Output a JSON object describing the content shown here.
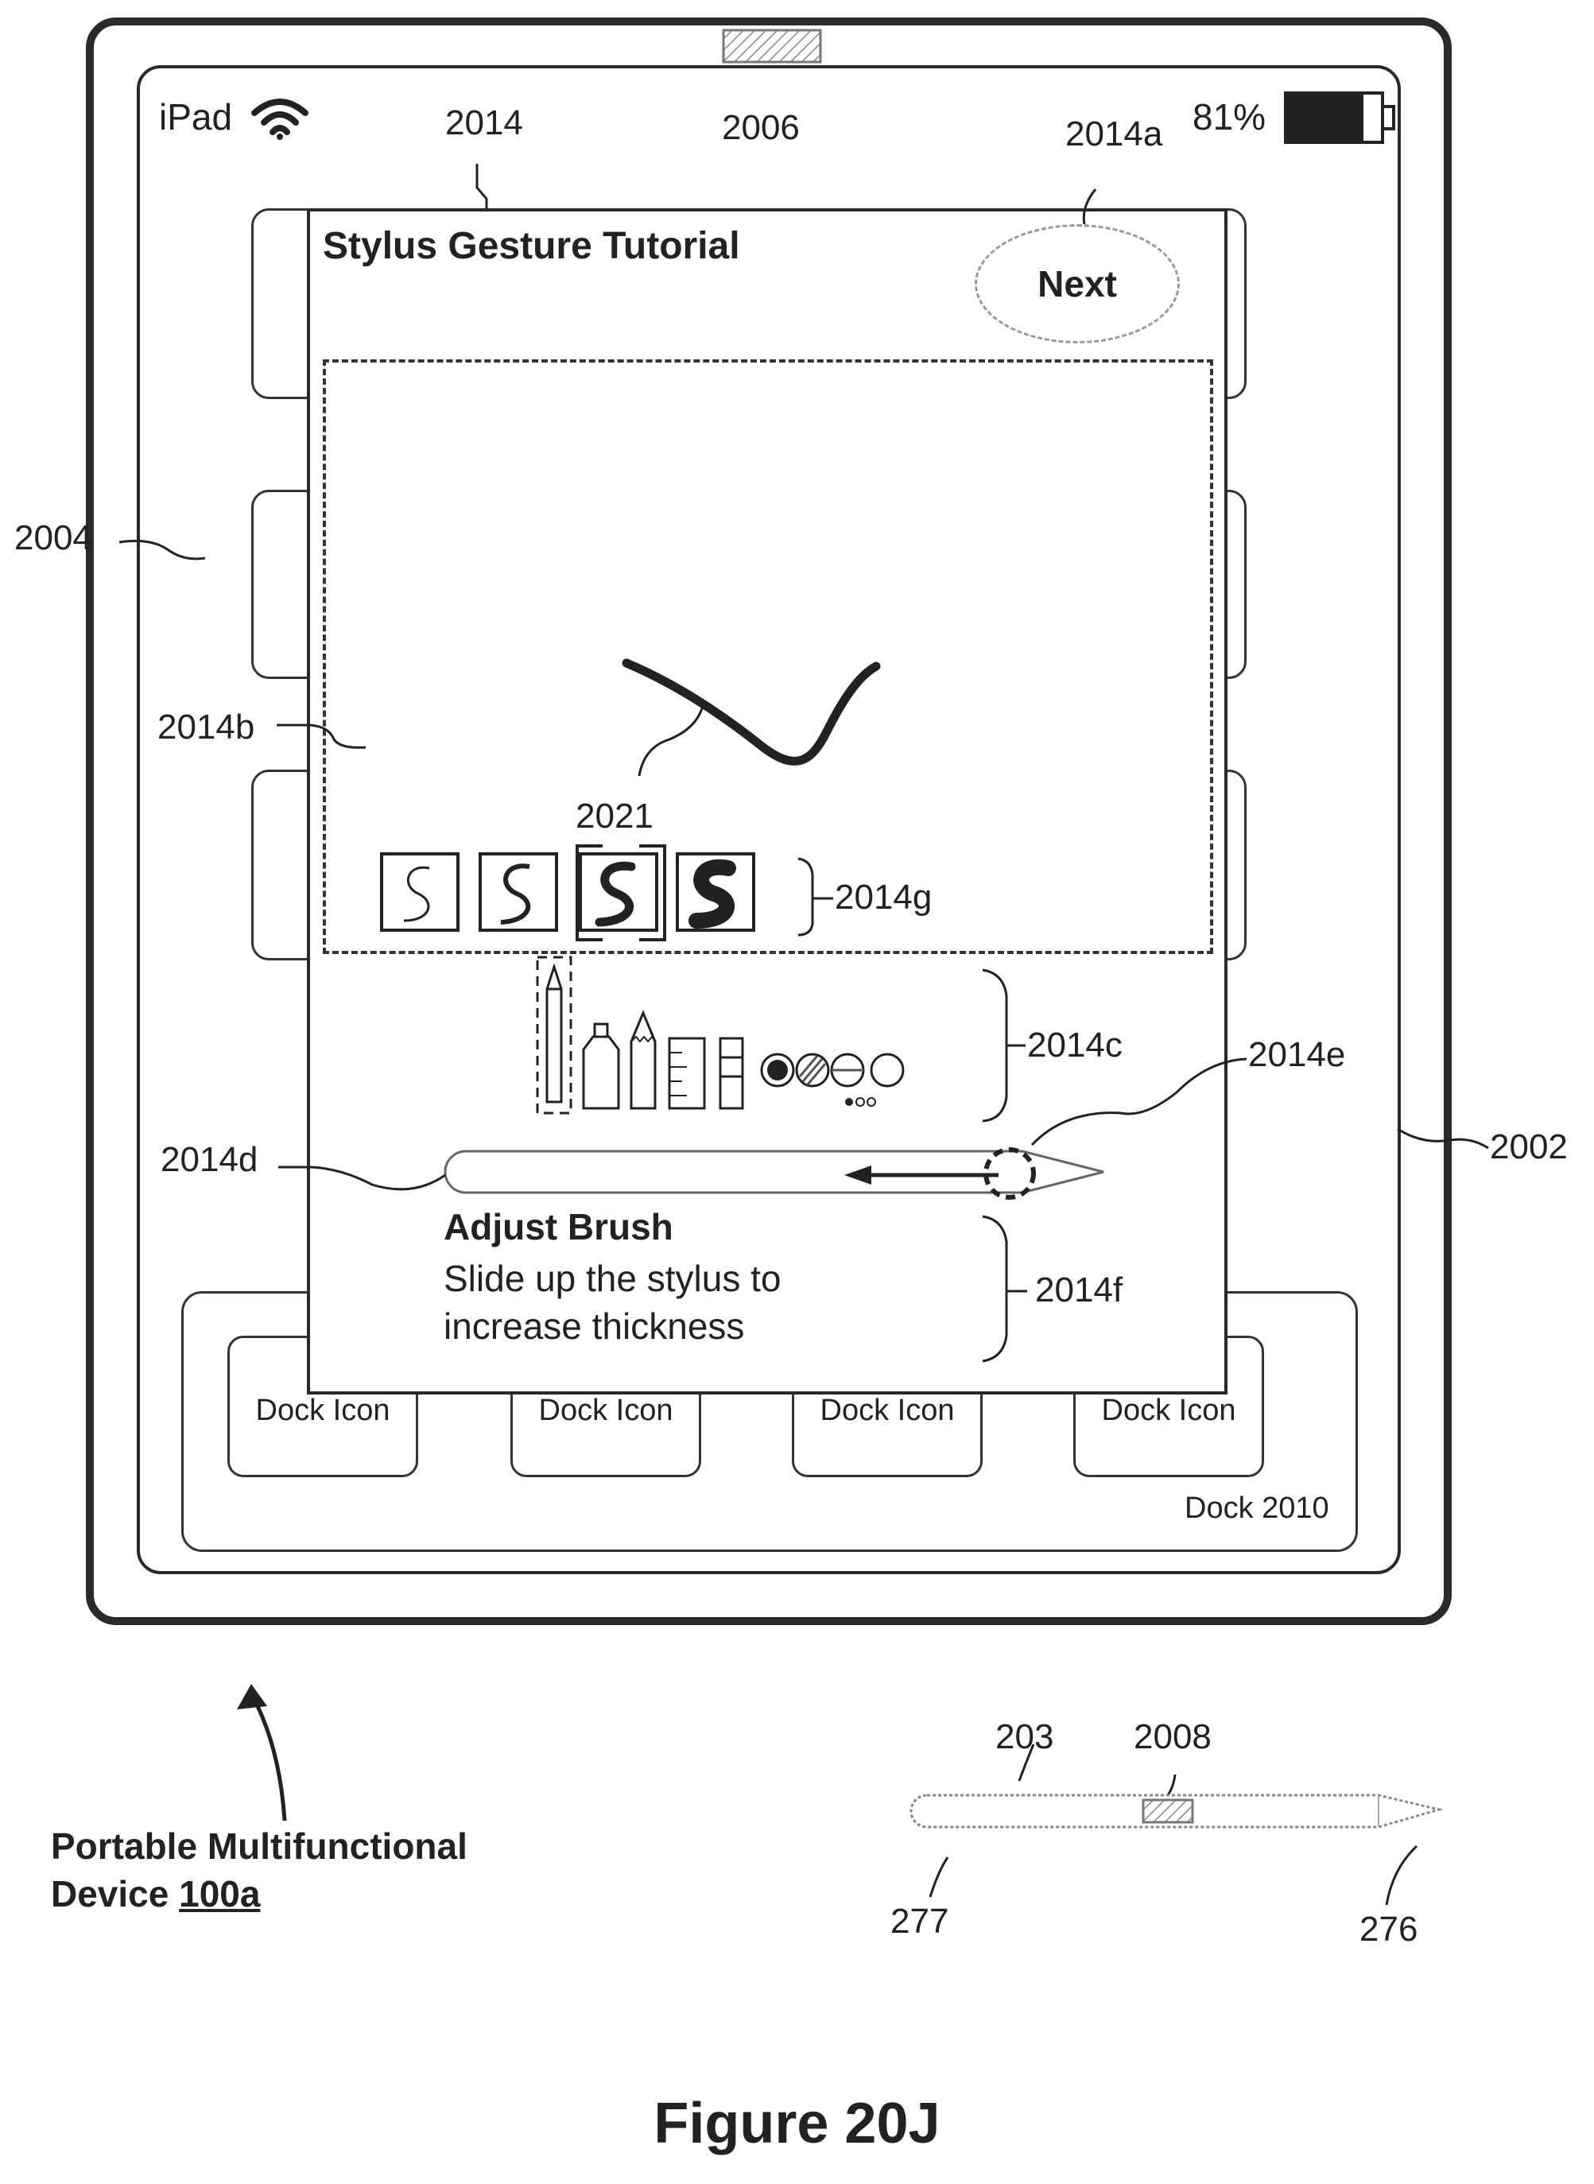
{
  "status_bar": {
    "device_name": "iPad",
    "battery_percent": "81%",
    "battery_level": 0.81
  },
  "dialog": {
    "title": "Stylus Gesture Tutorial",
    "next_label": "Next",
    "hint_title": "Adjust Brush",
    "hint_body": "Slide up the stylus to\nincrease thickness"
  },
  "dock": {
    "label": "Dock 2010",
    "icons": [
      "Dock Icon",
      "Dock Icon",
      "Dock Icon",
      "Dock Icon"
    ]
  },
  "reference_labels": {
    "r2014": "2014",
    "r2006": "2006",
    "r2014a": "2014a",
    "r2004": "2004",
    "r2014b": "2014b",
    "r2021": "2021",
    "r2014g": "2014g",
    "r2014c": "2014c",
    "r2014e": "2014e",
    "r2002": "2002",
    "r2014d": "2014d",
    "r2014f": "2014f",
    "r203": "203",
    "r2008": "2008",
    "r277": "277",
    "r276": "276"
  },
  "device_caption": {
    "line1": "Portable Multifunctional",
    "line2_prefix": "Device ",
    "line2_ref": "100a"
  },
  "figure_title": "Figure 20J",
  "icons": {
    "wifi": "wifi-icon",
    "battery": "battery-icon",
    "camera": "camera-sensor-icon",
    "pen": "pen-tool-icon",
    "marker": "marker-tool-icon",
    "pencil": "pencil-tool-icon",
    "ruler": "ruler-tool-icon",
    "eraser": "eraser-tool-icon",
    "stylus": "stylus-icon"
  }
}
